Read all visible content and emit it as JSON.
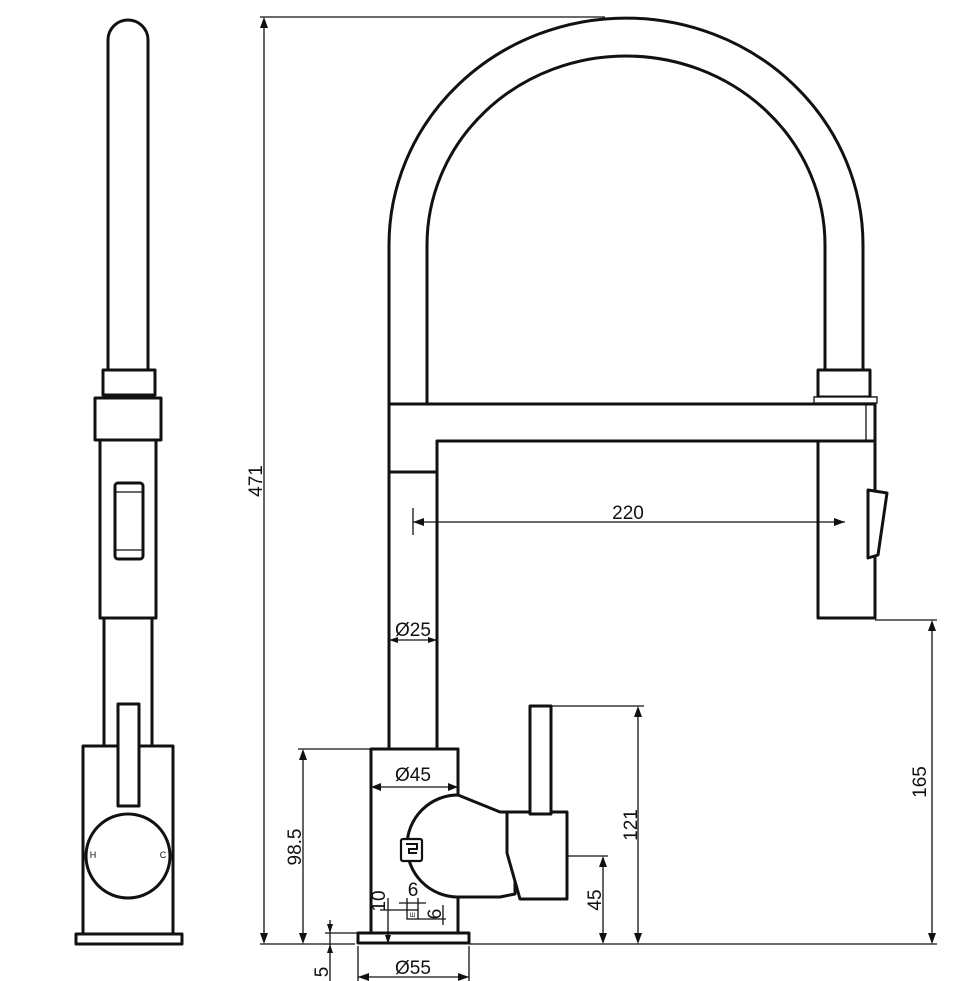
{
  "dimensions": {
    "total_height": "471",
    "spout_reach": "220",
    "spout_tube_diameter": "Ø25",
    "body_diameter": "Ø45",
    "lever_height": "121",
    "spout_outlet_height": "165",
    "body_height": "98.5",
    "lever_axis_height": "45",
    "base_step": "10",
    "slot_width": "6",
    "slot_height": "6",
    "base_thickness": "5",
    "base_diameter": "Ø55"
  },
  "labels": {
    "hot": "H",
    "cold": "C"
  }
}
